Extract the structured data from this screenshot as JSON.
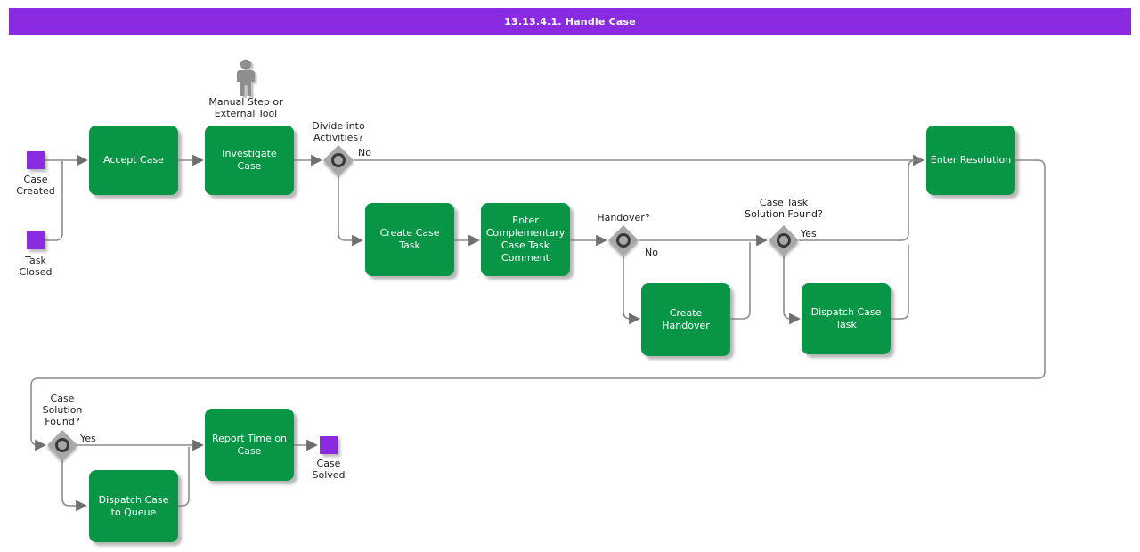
{
  "title": "13.13.4.1. Handle Case",
  "activities": {
    "accept_case": "Accept Case",
    "investigate_case": "Investigate\nCase",
    "enter_resolution": "Enter Resolution",
    "create_case_task": "Create Case\nTask",
    "enter_complementary_comment": "Enter\nComplementary\nCase Task\nComment",
    "create_handover": "Create\nHandover",
    "dispatch_case_task": "Dispatch Case\nTask",
    "report_time_on_case": "Report Time on\nCase",
    "dispatch_case_to_queue": "Dispatch Case\nto Queue"
  },
  "events": {
    "case_created": "Case\nCreated",
    "task_closed": "Task\nClosed",
    "case_solved": "Case\nSolved"
  },
  "gateways": {
    "divide_into_activities": "Divide into\nActivities?",
    "handover": "Handover?",
    "case_task_solution_found": "Case Task\nSolution Found?",
    "case_solution_found": "Case\nSolution\nFound?"
  },
  "edge_labels": {
    "divide_no": "No",
    "handover_no": "No",
    "case_task_solution_yes": "Yes",
    "case_solution_yes": "Yes"
  },
  "annotations": {
    "manual_step": "Manual Step or\nExternal Tool"
  },
  "icons": {
    "person": "person-icon"
  },
  "colors": {
    "title_bar": "#8A2BE2",
    "activity_fill": "#089646",
    "event_fill": "#8A2BE2",
    "gateway_fill": "#A8A8A8",
    "gateway_ring": "#383838",
    "edge_line": "#8C8C8C",
    "text": "#1F1F1F"
  }
}
